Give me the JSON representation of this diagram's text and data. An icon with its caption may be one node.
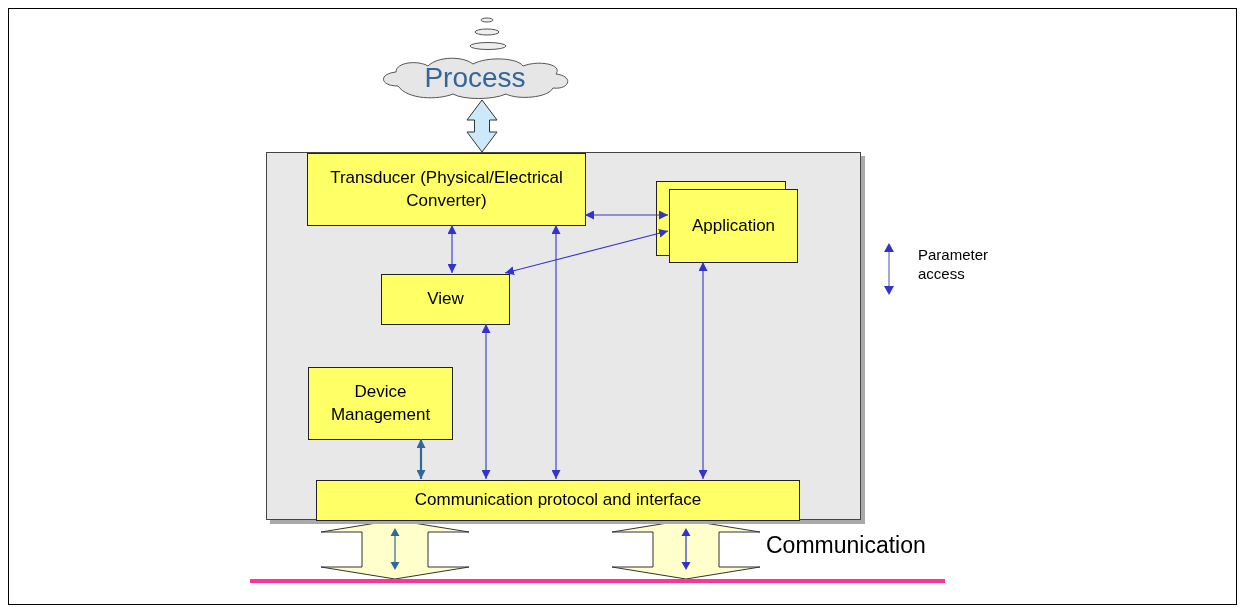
{
  "diagram": {
    "nodes": [
      {
        "text": [
          "Process"
        ]
      },
      {
        "text": [],
        "shape": "box"
      },
      {
        "text": [
          "Transducer (Physical/Electrical Converter)"
        ],
        "in": 1
      },
      {
        "text": [
          "Application"
        ],
        "in": 1
      },
      {
        "text": [
          "View"
        ],
        "in": 1
      },
      {
        "text": [
          "Device Management"
        ],
        "in": 1
      },
      {
        "text": [
          "Communication protocol and interface"
        ],
        "in": 1
      },
      {
        "text": [],
        "shape": "bar"
      }
    ],
    "edges": [
      {
        "from": 0,
        "to": 2,
        "arrow": "both",
        "style": "thick",
        "color": "#cce8fa"
      },
      {
        "from": 2,
        "to": 3,
        "arrow": "both"
      },
      {
        "from": 2,
        "to": 4,
        "arrow": "both"
      },
      {
        "from": 3,
        "to": 4,
        "arrow": "both"
      },
      {
        "from": 2,
        "to": 6,
        "arrow": "both"
      },
      {
        "from": 4,
        "to": 6,
        "arrow": "both"
      },
      {
        "from": 3,
        "to": 6,
        "arrow": "both"
      },
      {
        "from": 5,
        "to": 6,
        "arrow": "both",
        "color": "#336699"
      },
      {
        "from": 6,
        "to": 7,
        "arrow": "both",
        "style": "thick",
        "color": "#ffffcc"
      },
      {
        "from": 6,
        "to": 7,
        "arrow": "both",
        "style": "thick",
        "color": "#ffffcc"
      }
    ],
    "labels": [
      "Communication"
    ],
    "legend": [
      {
        "text": "Parameter access"
      }
    ]
  }
}
